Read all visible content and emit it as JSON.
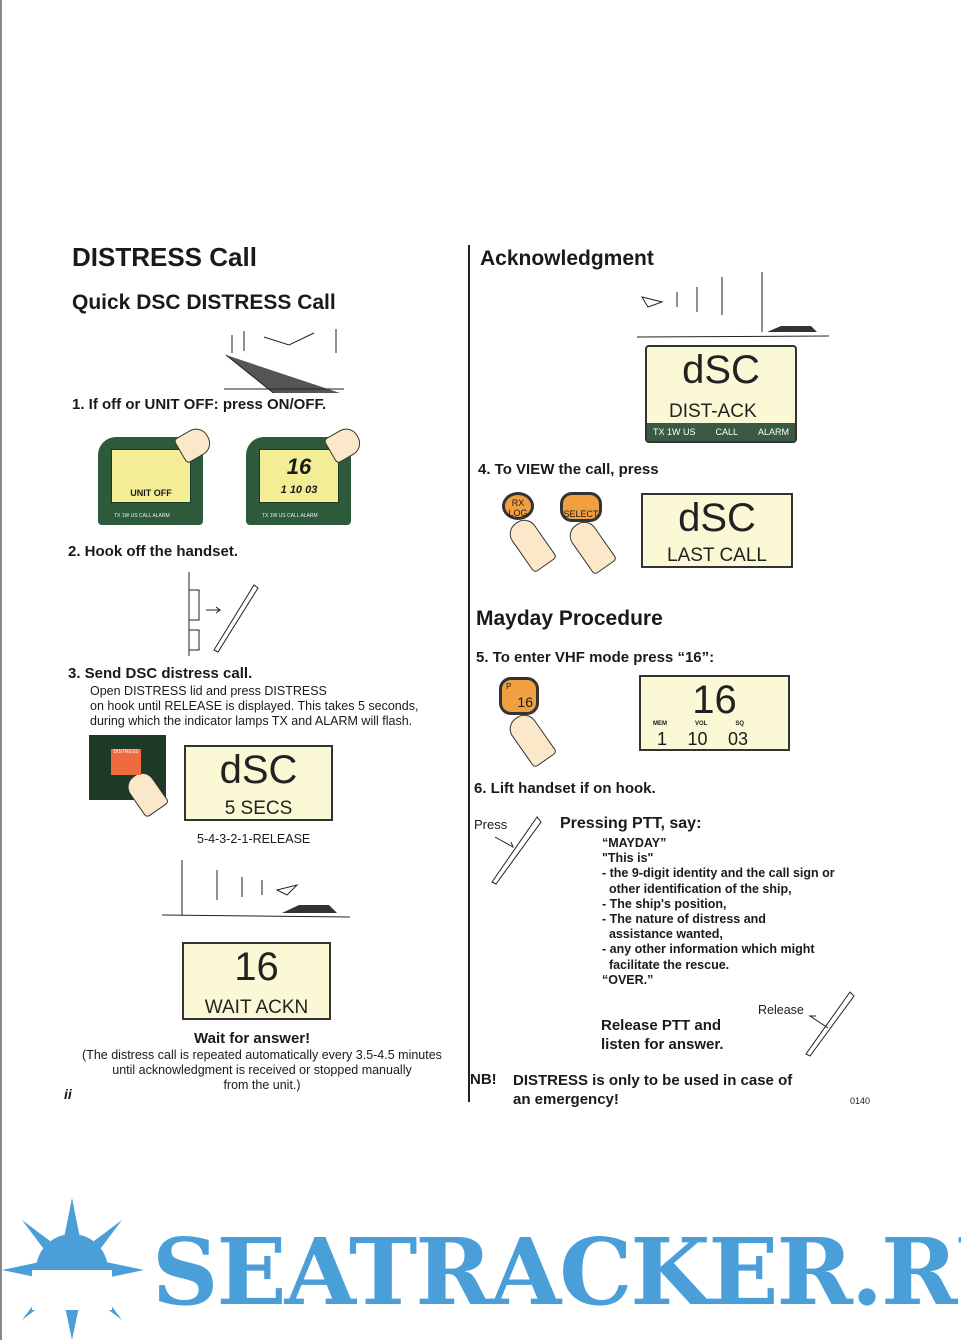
{
  "left": {
    "title": "DISTRESS Call",
    "subtitle": "Quick DSC DISTRESS Call",
    "step1": "1.  If off or UNIT OFF: press ON/OFF.",
    "radio1_text": "UNIT OFF",
    "radio2_channel": "16",
    "radio2_values": "1  10  03",
    "radio_leds": "TX 1W US   CALL   ALARM",
    "step2": "2.  Hook off the handset.",
    "step3": "3.  Send DSC distress call.",
    "step3_lines": [
      "Open DISTRESS lid and press DISTRESS",
      "on hook until RELEASE is displayed. This takes 5 seconds,",
      "during which the indicator lamps TX and ALARM will flash."
    ],
    "distress_key": "DISTRESS",
    "lcd1": {
      "big": "dSC",
      "sub": "5 SECS"
    },
    "countdown": "5-4-3-2-1-RELEASE",
    "lcd2": {
      "big": "16",
      "sub": "WAIT ACKN"
    },
    "wait": "Wait for answer!",
    "note_lines": [
      "(The distress call is repeated automatically every 3.5-4.5 minutes",
      "until acknowledgment is received or stopped manually",
      "from the unit.)"
    ],
    "page_number": "ii"
  },
  "right": {
    "title": "Acknowledgment",
    "lcd_ack": {
      "big": "dSC",
      "sub": "DIST-ACK",
      "leds": [
        "TX 1W US",
        "CALL",
        "ALARM"
      ]
    },
    "step4": "4.  To VIEW the call, press",
    "key_rx": "RX LOG",
    "key_select": "SELECT",
    "lcd_last": {
      "big": "dSC",
      "sub": "LAST CALL"
    },
    "mayday_title": "Mayday Procedure",
    "step5": "5.  To enter VHF mode press “16”:",
    "key_16": "16",
    "key_16_p": "P",
    "lcd_16": {
      "big": "16",
      "labels": [
        "MEM",
        "VOL",
        "SQ"
      ],
      "values": [
        "1",
        "10",
        "03"
      ]
    },
    "step6": "6.  Lift handset if on hook.",
    "press": "Press",
    "ptt_title": "Pressing PTT, say:",
    "ptt_lines": [
      "“MAYDAY”",
      "\"This is\"",
      "- the 9-digit identity and the call sign or",
      "  other identification of the ship,",
      "- The ship's position,",
      "- The nature of distress and",
      "  assistance wanted,",
      "- any other information which might",
      "  facilitate the rescue.",
      "“OVER.”"
    ],
    "release": "Release",
    "release_lines": [
      "Release PTT and",
      "listen for answer."
    ],
    "nb": "NB!",
    "nb_lines": [
      "DISTRESS is only to be used in case of",
      "an emergency!"
    ],
    "code": "0140"
  },
  "watermark": "SEATRACKER.RU",
  "colors": {
    "lcd": "#fbf8d6",
    "radio": "#2e5a3c",
    "key": "#f0a040",
    "watermark": "#4a9fd8"
  }
}
